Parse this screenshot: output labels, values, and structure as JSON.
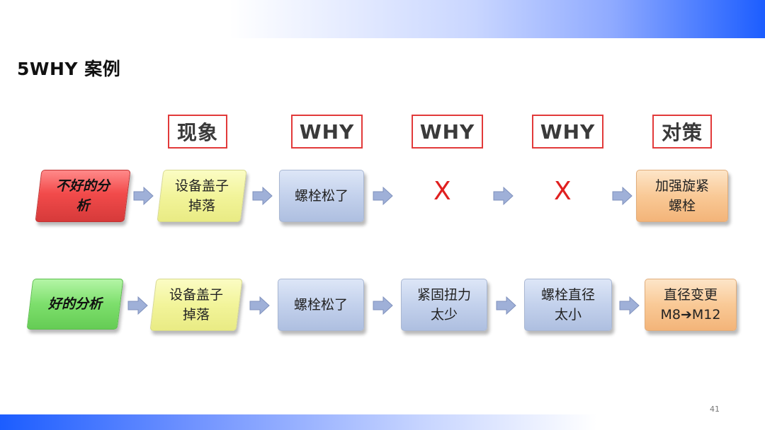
{
  "page_title": "5WHY 案例",
  "page_number": "41",
  "headers": [
    "现象",
    "WHY",
    "WHY",
    "WHY",
    "对策"
  ],
  "rows": [
    {
      "label": "不好的分\n析",
      "steps": [
        "设备盖子\n掉落",
        "螺栓松了",
        "X",
        "X",
        "加强旋紧\n螺栓"
      ]
    },
    {
      "label": "好的分析",
      "steps": [
        "设备盖子\n掉落",
        "螺栓松了",
        "紧固扭力\n太少",
        "螺栓直径\n太小",
        "直径变更\nM8➔M12"
      ]
    }
  ],
  "colors": {
    "header_border": "#e23a3a",
    "bad_label": "#f24b4b",
    "good_label": "#7ddf6c",
    "phenomenon": "#f2f49a",
    "why": "#c3d1ec",
    "countermeasure": "#f9c996",
    "x_mark": "#e02020",
    "arrow": "#9fb0d8"
  }
}
